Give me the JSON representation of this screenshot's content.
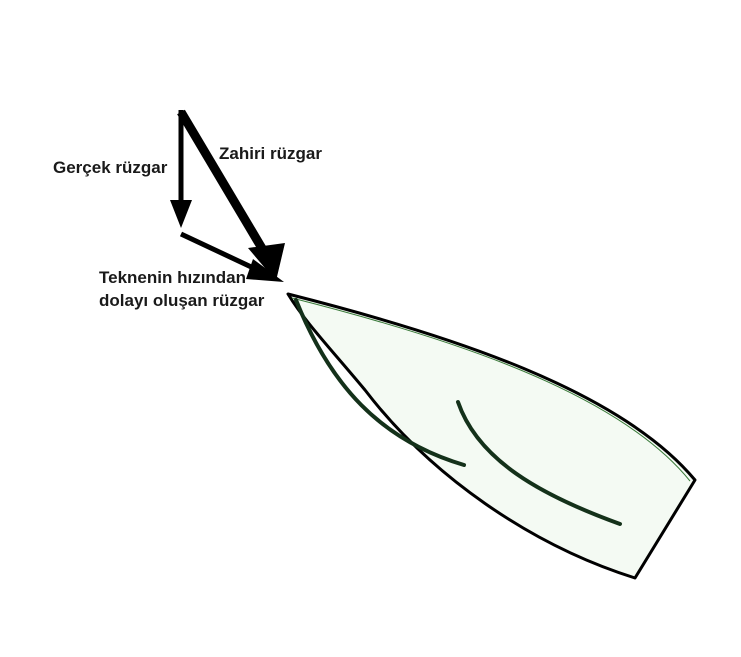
{
  "labels": {
    "true_wind": "Gerçek rüzgar",
    "apparent_wind": "Zahiri rüzgar",
    "boat_speed_wind_line1": "Teknenin hızından",
    "boat_speed_wind_line2": "dolayı oluşan rüzgar"
  },
  "colors": {
    "arrow": "#000000",
    "hull_outline": "#000000",
    "hull_fill": "#f4faf3",
    "hull_inner_edge": "#3a7a3a",
    "sail": "#14311a"
  }
}
